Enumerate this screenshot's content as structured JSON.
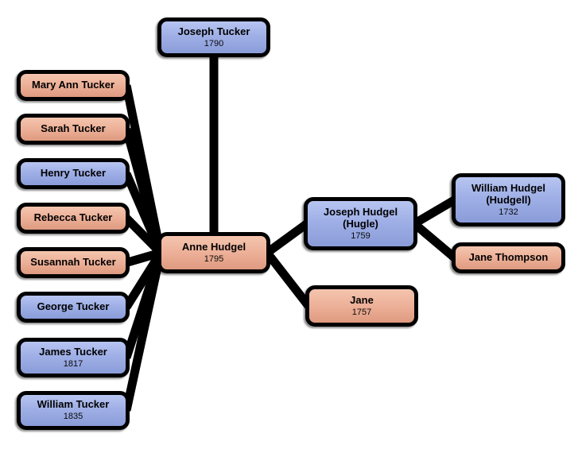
{
  "diagram": {
    "type": "family-tree",
    "background": "#ffffff",
    "colors": {
      "blue_fill_top": "#b7c5f1",
      "blue_fill_bottom": "#8a9cd9",
      "salmon_fill_top": "#f4c5ae",
      "salmon_fill_bottom": "#de9a80",
      "node_border": "#000000",
      "connector": "#000000",
      "text": "#000000"
    },
    "nodes": {
      "joseph_tucker": {
        "name": "Joseph Tucker",
        "year": "1790",
        "variant": "blue"
      },
      "mary_ann_tucker": {
        "name": "Mary Ann Tucker",
        "variant": "salmon"
      },
      "sarah_tucker": {
        "name": "Sarah Tucker",
        "variant": "salmon"
      },
      "henry_tucker": {
        "name": "Henry Tucker",
        "variant": "blue"
      },
      "rebecca_tucker": {
        "name": "Rebecca Tucker",
        "variant": "salmon"
      },
      "susannah_tucker": {
        "name": "Susannah Tucker",
        "variant": "salmon"
      },
      "george_tucker": {
        "name": "George Tucker",
        "variant": "blue"
      },
      "james_tucker": {
        "name": "James Tucker",
        "year": "1817",
        "variant": "blue"
      },
      "william_tucker": {
        "name": "William Tucker",
        "year": "1835",
        "variant": "blue"
      },
      "anne_hudgel": {
        "name": "Anne Hudgel",
        "year": "1795",
        "variant": "salmon"
      },
      "joseph_hudgel": {
        "name": "Joseph Hudgel",
        "alt_name": "(Hugle)",
        "year": "1759",
        "variant": "blue"
      },
      "jane": {
        "name": "Jane",
        "year": "1757",
        "variant": "salmon"
      },
      "william_hudgel": {
        "name": "William Hudgel",
        "alt_name": "(Hudgell)",
        "year": "1732",
        "variant": "blue"
      },
      "jane_thompson": {
        "name": "Jane Thompson",
        "variant": "salmon"
      }
    },
    "edges": [
      {
        "from": "joseph_tucker",
        "from_side": "bottom",
        "to": "anne_hudgel",
        "to_side": "top"
      },
      {
        "from": "mary_ann_tucker",
        "from_side": "right",
        "to": "anne_hudgel",
        "to_side": "left"
      },
      {
        "from": "sarah_tucker",
        "from_side": "right",
        "to": "anne_hudgel",
        "to_side": "left"
      },
      {
        "from": "henry_tucker",
        "from_side": "right",
        "to": "anne_hudgel",
        "to_side": "left"
      },
      {
        "from": "rebecca_tucker",
        "from_side": "right",
        "to": "anne_hudgel",
        "to_side": "left"
      },
      {
        "from": "susannah_tucker",
        "from_side": "right",
        "to": "anne_hudgel",
        "to_side": "left"
      },
      {
        "from": "george_tucker",
        "from_side": "right",
        "to": "anne_hudgel",
        "to_side": "left"
      },
      {
        "from": "james_tucker",
        "from_side": "right",
        "to": "anne_hudgel",
        "to_side": "left"
      },
      {
        "from": "william_tucker",
        "from_side": "right",
        "to": "anne_hudgel",
        "to_side": "left"
      },
      {
        "from": "anne_hudgel",
        "from_side": "right",
        "to": "joseph_hudgel",
        "to_side": "left"
      },
      {
        "from": "anne_hudgel",
        "from_side": "right",
        "to": "jane",
        "to_side": "left"
      },
      {
        "from": "joseph_hudgel",
        "from_side": "right",
        "to": "william_hudgel",
        "to_side": "left"
      },
      {
        "from": "joseph_hudgel",
        "from_side": "right",
        "to": "jane_thompson",
        "to_side": "left"
      }
    ],
    "edge_stroke_width": 11
  }
}
